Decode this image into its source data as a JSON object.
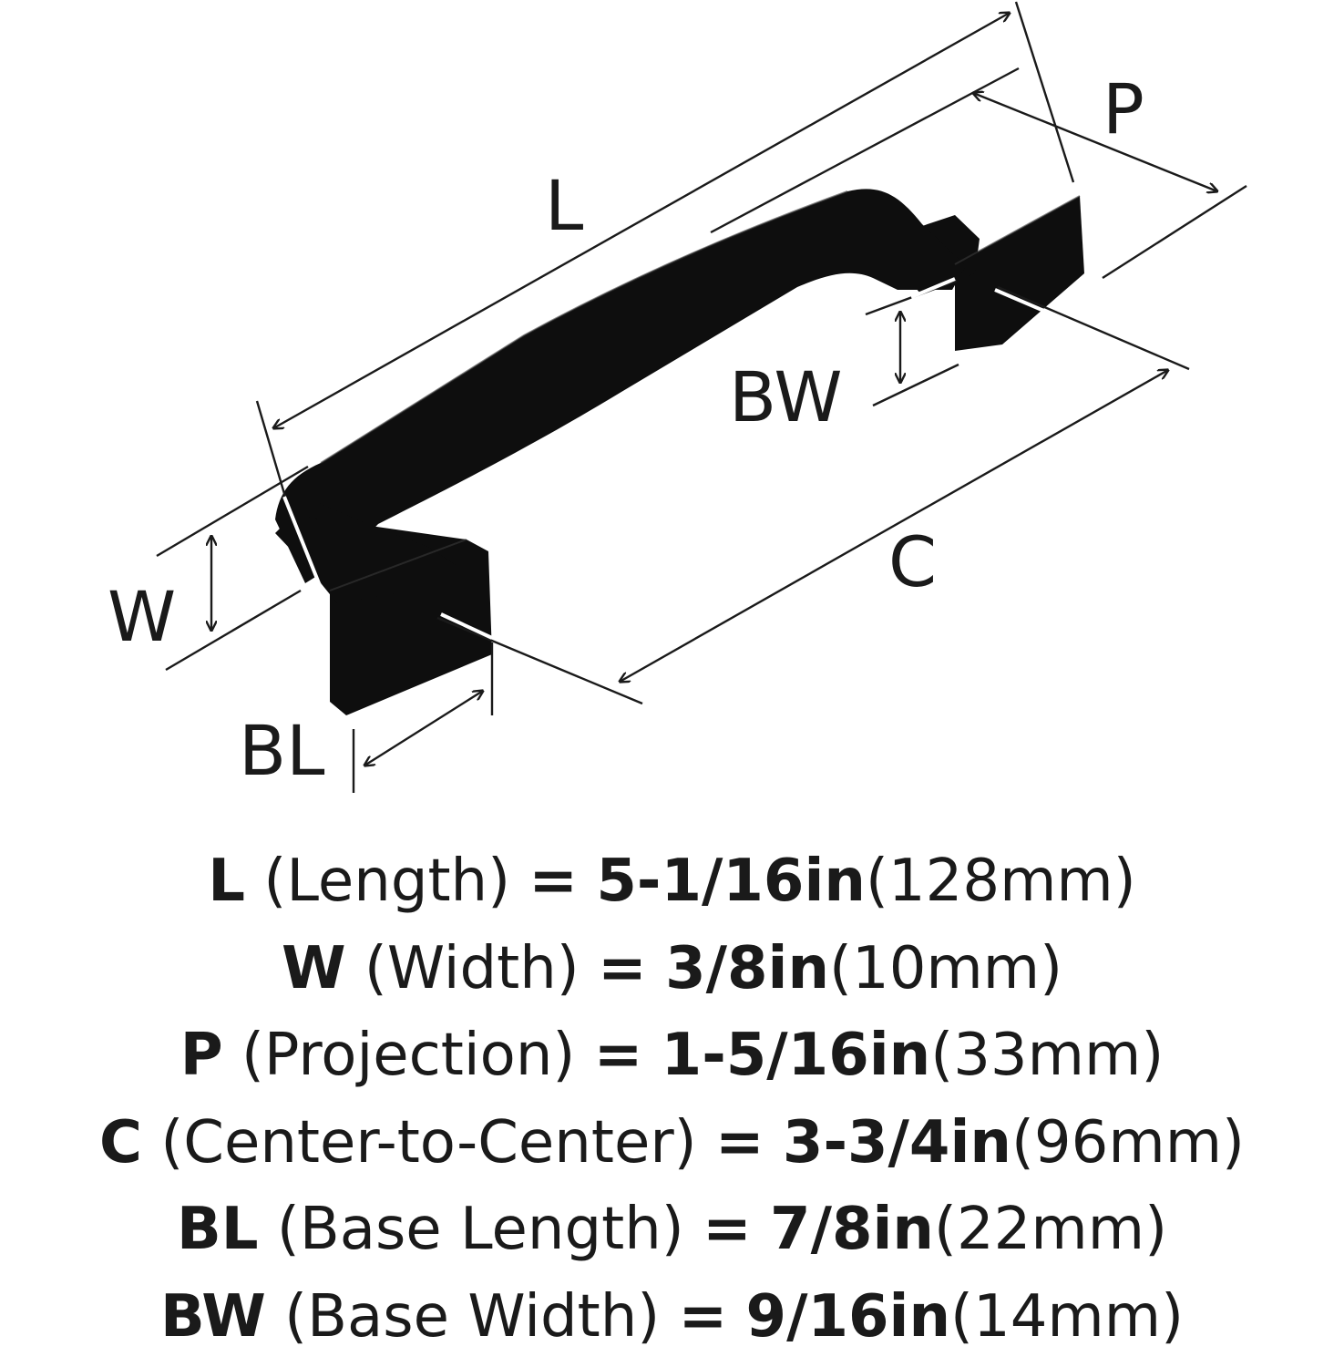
{
  "colors": {
    "ink": "#1a1a1a",
    "handle": "#0e0e0e",
    "background": "#ffffff"
  },
  "labels": {
    "L": "L",
    "P": "P",
    "BW": "BW",
    "W": "W",
    "C": "C",
    "BL": "BL"
  },
  "specs": [
    {
      "symbol": "L",
      "name": "(Length)",
      "eq": "=",
      "inches": "5-1/16in",
      "mm": "(128mm)"
    },
    {
      "symbol": "W",
      "name": "(Width)",
      "eq": "=",
      "inches": "3/8in",
      "mm": "(10mm)"
    },
    {
      "symbol": "P",
      "name": "(Projection)",
      "eq": "=",
      "inches": "1-5/16in",
      "mm": "(33mm)"
    },
    {
      "symbol": "C",
      "name": "(Center-to-Center)",
      "eq": "=",
      "inches": "3-3/4in",
      "mm": "(96mm)"
    },
    {
      "symbol": "BL",
      "name": "(Base Length)",
      "eq": "=",
      "inches": "7/8in",
      "mm": "(22mm)"
    },
    {
      "symbol": "BW",
      "name": "(Base Width)",
      "eq": "=",
      "inches": "9/16in",
      "mm": "(14mm)"
    }
  ]
}
